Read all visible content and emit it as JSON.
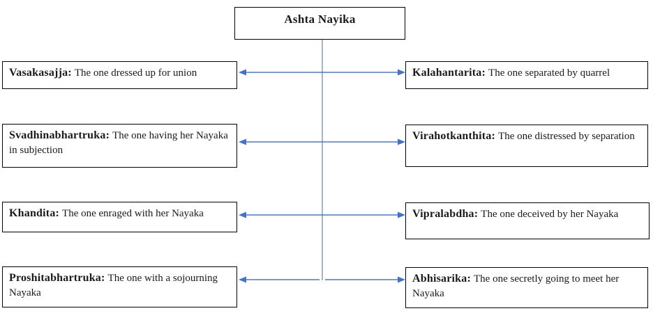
{
  "diagram": {
    "title": "Ashta Nayika",
    "colors": {
      "arrow_head": "#4472c4",
      "arrow_shaft": "#4d79b8",
      "stem_line": "#9fb7c9",
      "box_border": "#000000",
      "background": "#ffffff",
      "text": "#1a1a1a"
    },
    "left_items": [
      {
        "name": "Vasakasajja:",
        "desc": "The one dressed up for union"
      },
      {
        "name": "Svadhinabhartruka:",
        "desc": "The one having her Nayaka in subjection"
      },
      {
        "name": "Khandita:",
        "desc": "The one enraged with her Nayaka"
      },
      {
        "name": "Proshitabhartruka:",
        "desc": "The one with a sojourning Nayaka"
      }
    ],
    "right_items": [
      {
        "name": "Kalahantarita:",
        "desc": "The one separated by quarrel"
      },
      {
        "name": "Virahotkanthita:",
        "desc": "The one distressed by separation"
      },
      {
        "name": "Vipralabdha:",
        "desc": "The one deceived by her Nayaka"
      },
      {
        "name": "Abhisarika:",
        "desc": "The one secretly going to meet her Nayaka"
      }
    ]
  }
}
